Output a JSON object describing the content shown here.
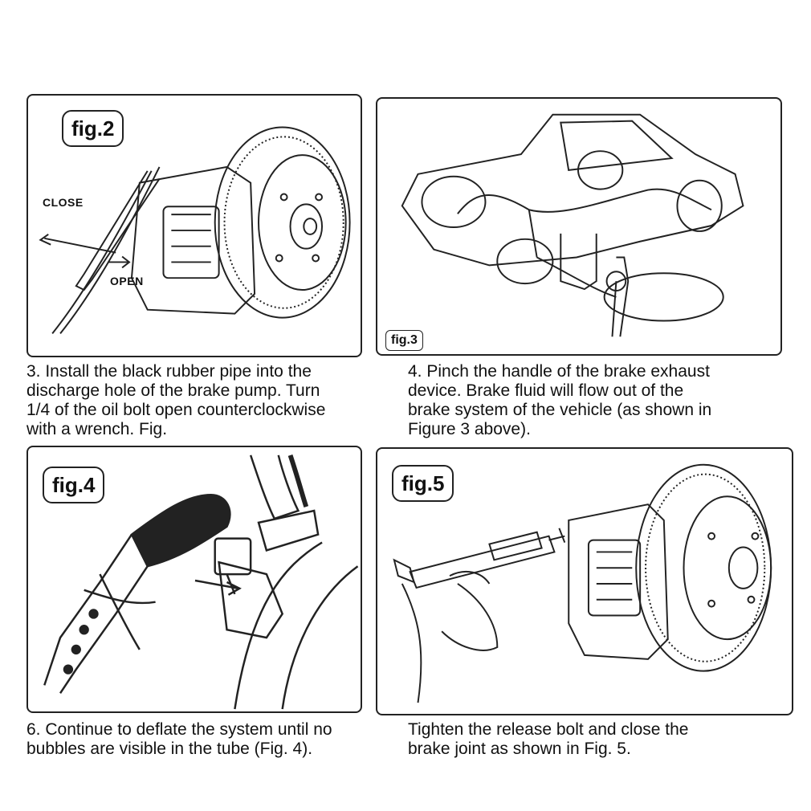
{
  "figures": [
    {
      "tag": "fig.2",
      "labels": {
        "close": "CLOSE",
        "open": "OPEN"
      }
    },
    {
      "tag": "fig.3"
    },
    {
      "tag": "fig.4"
    },
    {
      "tag": "fig.5"
    }
  ],
  "captions": [
    {
      "lines": [
        "3. Install the black rubber pipe into the",
        "discharge hole of the brake pump. Turn",
        "1/4 of the oil bolt open counterclockwise",
        "with a wrench. Fig."
      ]
    },
    {
      "lines": [
        "4. Pinch the handle of the brake exhaust",
        "device. Brake fluid will flow out of the",
        "brake system of the vehicle (as shown in",
        "Figure 3 above)."
      ]
    },
    {
      "lines": [
        "6. Continue to deflate the system until no",
        "bubbles are visible in the tube (Fig. 4)."
      ]
    },
    {
      "lines": [
        "Tighten the release bolt and close the",
        "brake joint as shown in Fig. 5."
      ]
    }
  ],
  "icons": [
    "brake-disc-illustration",
    "car-lift-illustration",
    "bleeder-valve-illustration",
    "syringe-illustration"
  ]
}
